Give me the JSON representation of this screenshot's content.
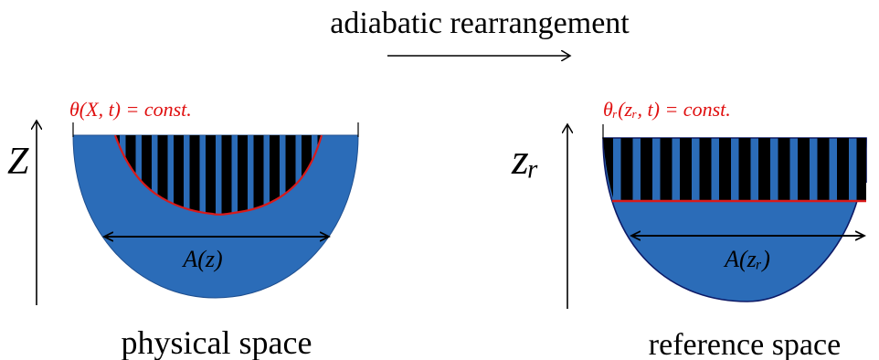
{
  "header": {
    "title": "adiabatic rearrangement"
  },
  "left_panel": {
    "contour_label": "θ(X, t) = const.",
    "axis_label": "Z",
    "area_label": "A(z)",
    "caption": "physical space"
  },
  "right_panel": {
    "contour_label": "θᵣ(zᵣ, t) = const.",
    "axis_label": "zᵣ",
    "area_label": "A(zᵣ)",
    "caption": "reference space"
  },
  "colors": {
    "fluid": "#2b6cb8",
    "stripe": "#000000",
    "contour": "#d81b1b",
    "axis": "#000000",
    "label_red": "#e01010"
  }
}
